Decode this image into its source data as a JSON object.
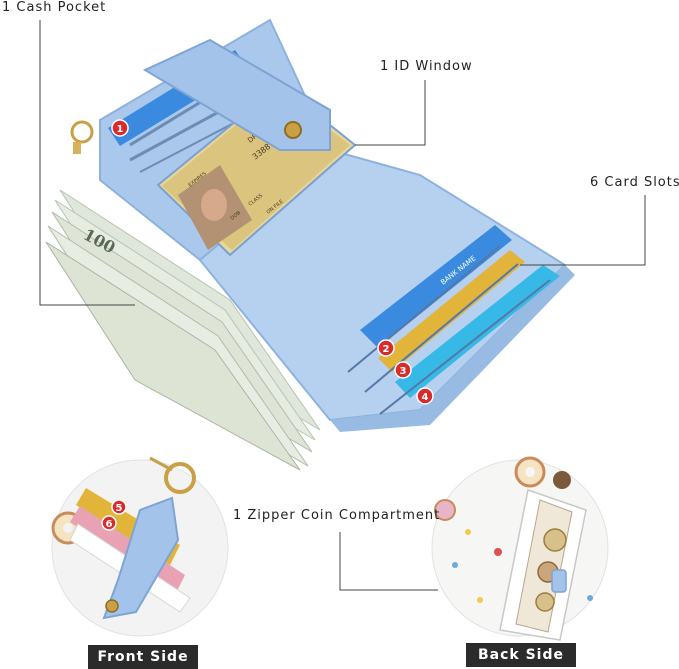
{
  "callouts": {
    "cash_pocket": "1 Cash Pocket",
    "id_window": "1 ID Window",
    "card_slots": "6 Card Slots",
    "zipper": "1 Zipper Coin Compartment"
  },
  "panels": {
    "front_label": "Front Side",
    "back_label": "Back Side"
  },
  "markers": [
    "1",
    "2",
    "3",
    "4",
    "5",
    "6"
  ],
  "id_card": {
    "title": "DRIVER LICENSE",
    "number": "33887367 43",
    "expires": "EXPIRES",
    "dob": "DOB",
    "class": "CLASS",
    "on_file": "ON FILE"
  },
  "bank_card_text": "BANK NAME",
  "cash_text": "100",
  "colors": {
    "wallet_blue": "#a9c8ec",
    "wallet_blue_dark": "#8db2de",
    "card_blue": "#3a8be0",
    "card_yellow": "#e2b43a",
    "card_cyan": "#36b9e6",
    "card_pink": "#e9a1b4",
    "marker_red": "#d92b2b",
    "label_bg": "#2b2b2b"
  }
}
